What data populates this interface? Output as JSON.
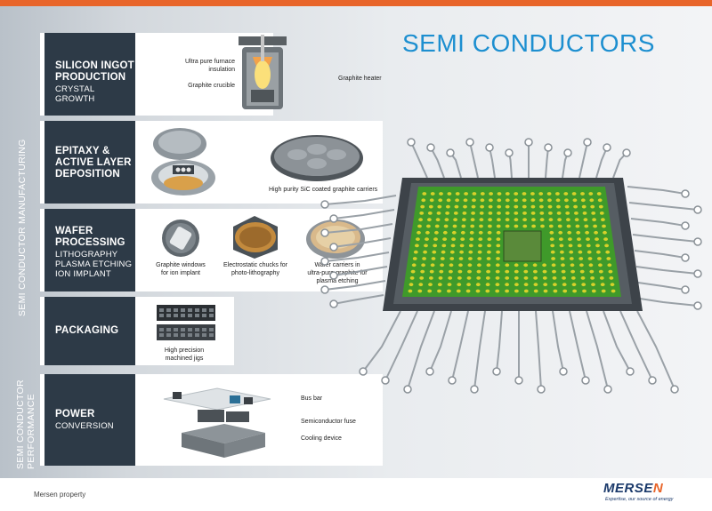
{
  "page": {
    "title": "SEMI CONDUCTORS",
    "footer_text": "Mersen property",
    "brand": {
      "name_pre": "MERSE",
      "name_accent": "N",
      "tagline": "Expertise, our source of energy"
    },
    "vertical_labels": {
      "manufacturing": "SEMI CONDUCTOR MANUFACTURING",
      "performance_line1": "SEMI CONDUCTOR",
      "performance_line2": "PERFORMANCE"
    },
    "colors": {
      "accent_orange": "#e8652a",
      "title_blue": "#1d8fd0",
      "label_dark": "#2d3a47",
      "chip_green": "#3f9a2a",
      "pad_yellow": "#d7d12a"
    }
  },
  "sections": {
    "ingot": {
      "title_l1": "SILICON INGOT",
      "title_l2": "PRODUCTION",
      "sub": "CRYSTAL GROWTH",
      "captions": {
        "insulation_l1": "Ultra pure furnace",
        "insulation_l2": "insulation",
        "crucible": "Graphite crucible",
        "heater": "Graphite heater"
      }
    },
    "epitaxy": {
      "title_l1": "EPITAXY &",
      "title_l2": "ACTIVE LAYER",
      "title_l3": "DEPOSITION",
      "captions": {
        "carriers": "High purity SiC coated graphite carriers"
      }
    },
    "wafer": {
      "title_l1": "WAFER",
      "title_l2": "PROCESSING",
      "sub_l1": "LITHOGRAPHY",
      "sub_l2": "PLASMA ETCHING",
      "sub_l3": "ION IMPLANT",
      "captions": {
        "windows_l1": "Graphite windows",
        "windows_l2": "for ion implant",
        "chucks_l1": "Electrostatic chucks for",
        "chucks_l2": "photo-lithography",
        "carriers_l1": "Wafer carriers in",
        "carriers_l2": "ultra-pure graphite for",
        "carriers_l3": "plasma etching"
      }
    },
    "packaging": {
      "title": "PACKAGING",
      "captions": {
        "jigs_l1": "High precision",
        "jigs_l2": "machined jigs"
      }
    },
    "power": {
      "title": "POWER",
      "sub": "CONVERSION",
      "captions": {
        "busbar": "Bus bar",
        "fuse": "Semiconductor fuse",
        "cooling": "Cooling device"
      }
    }
  }
}
